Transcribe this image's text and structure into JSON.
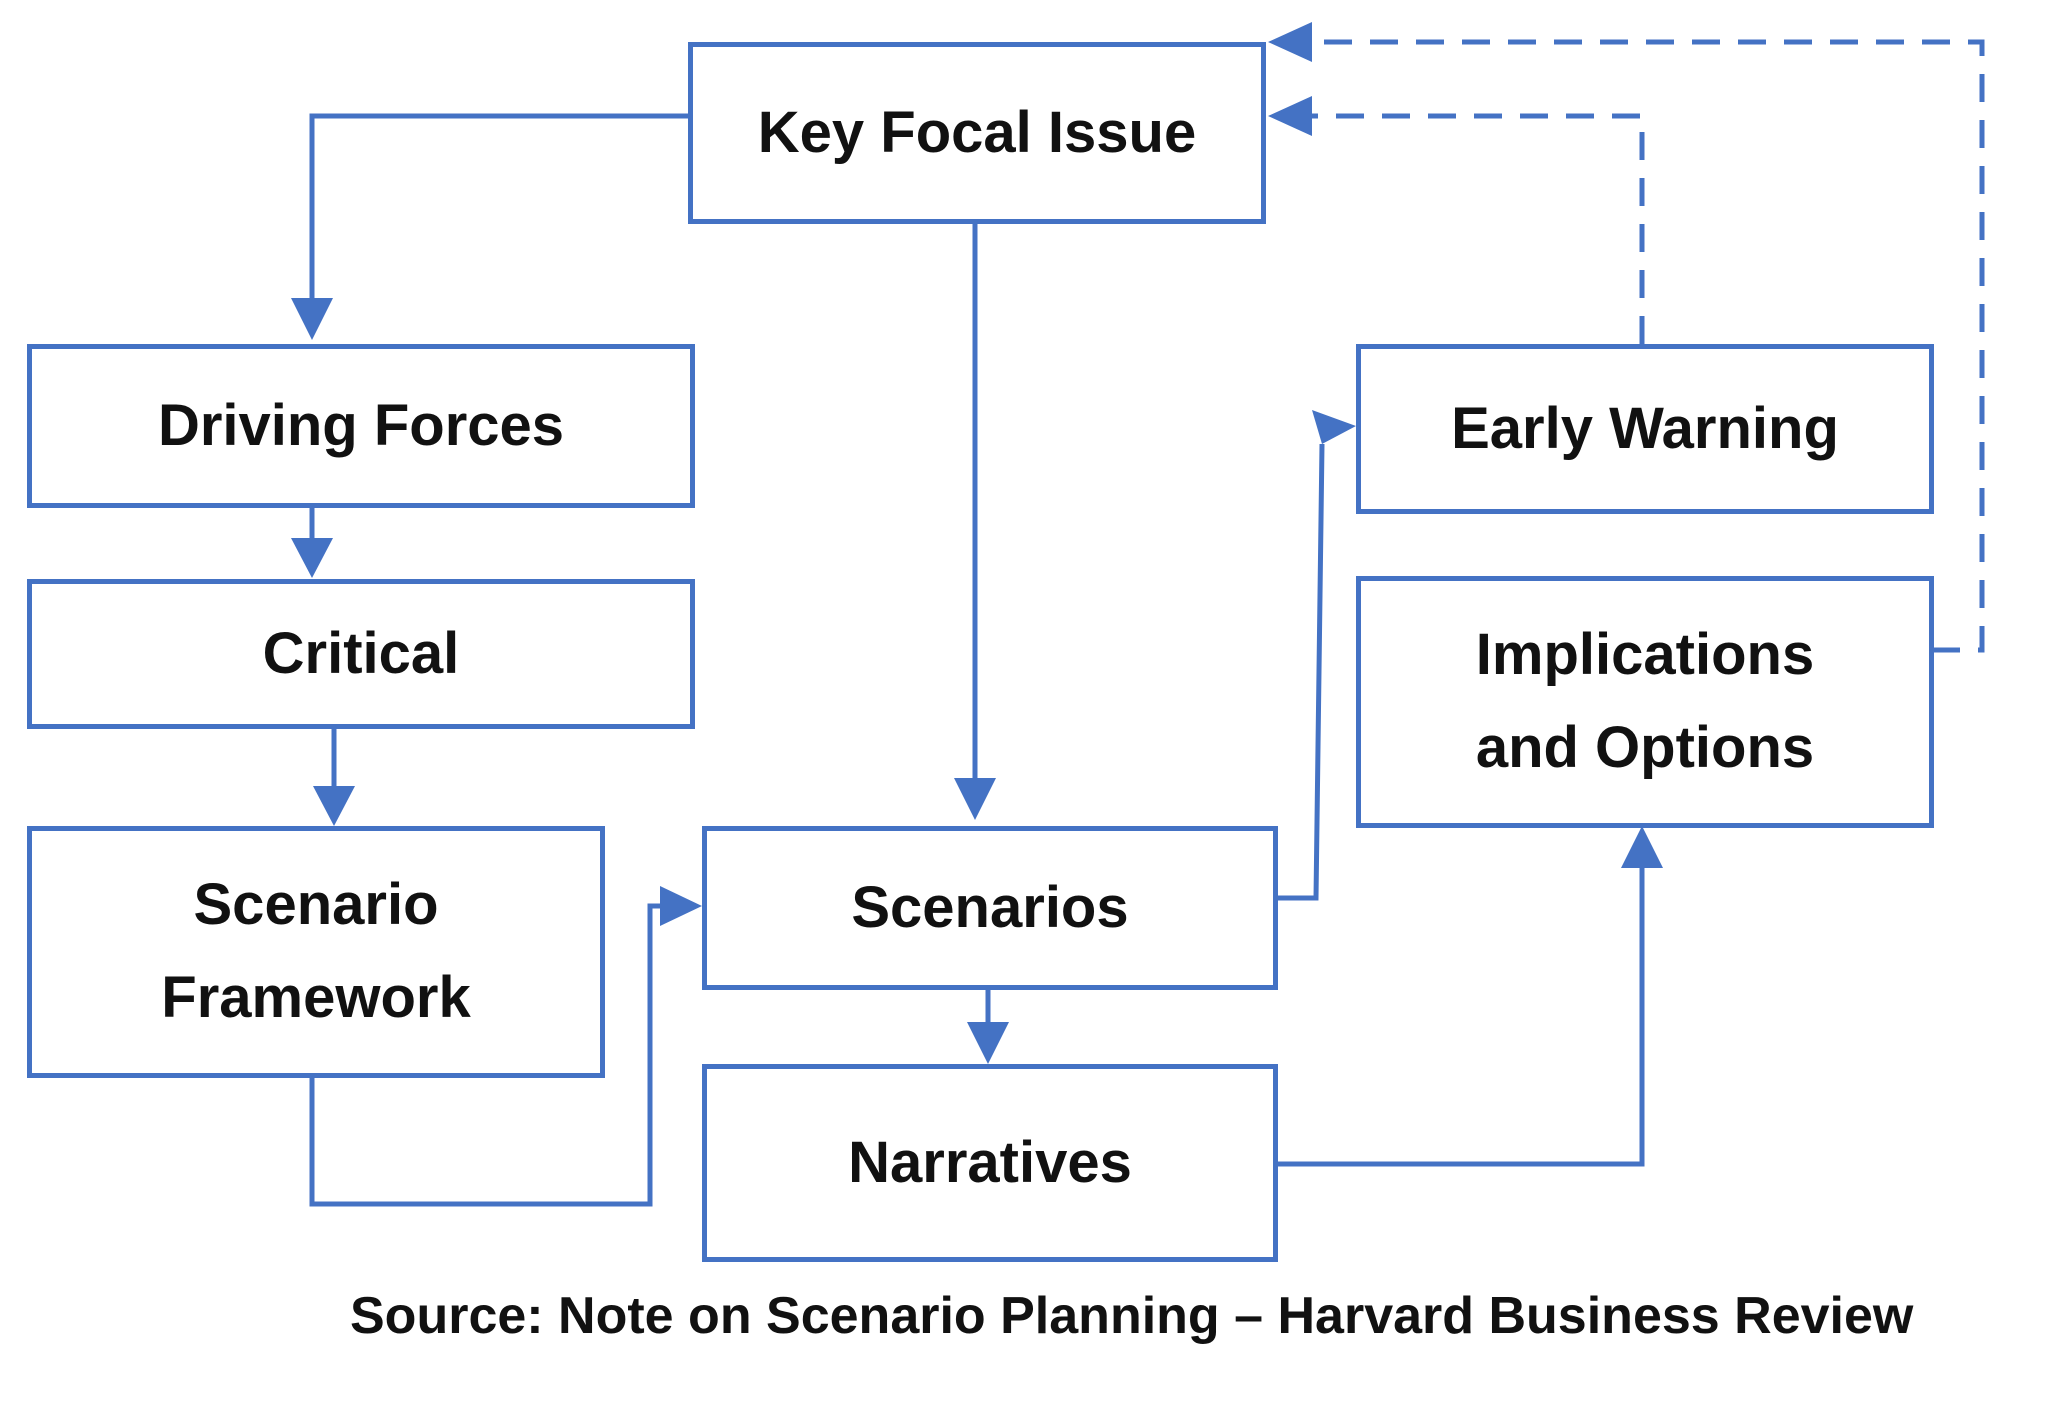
{
  "diagram": {
    "nodes": {
      "key_focal_issue": "Key Focal Issue",
      "driving_forces": "Driving Forces",
      "critical": "Critical",
      "scenario_framework": [
        "Scenario",
        "Framework"
      ],
      "scenarios": "Scenarios",
      "narratives": "Narratives",
      "early_warning": "Early Warning",
      "implications_options": [
        "Implications",
        "and Options"
      ]
    },
    "edges": [
      {
        "from": "Key Focal Issue",
        "to": "Driving Forces",
        "style": "solid"
      },
      {
        "from": "Key Focal Issue",
        "to": "Scenarios",
        "style": "solid"
      },
      {
        "from": "Driving Forces",
        "to": "Critical",
        "style": "solid"
      },
      {
        "from": "Critical",
        "to": "Scenario Framework",
        "style": "solid"
      },
      {
        "from": "Scenario Framework",
        "to": "Scenarios",
        "style": "solid"
      },
      {
        "from": "Scenarios",
        "to": "Narratives",
        "style": "solid"
      },
      {
        "from": "Scenarios",
        "to": "Early Warning",
        "style": "solid"
      },
      {
        "from": "Narratives",
        "to": "Implications and Options",
        "style": "solid"
      },
      {
        "from": "Early Warning",
        "to": "Key Focal Issue",
        "style": "dashed"
      },
      {
        "from": "Implications and Options",
        "to": "Key Focal Issue",
        "style": "dashed"
      }
    ],
    "colors": {
      "line": "#4472C4",
      "text": "#111111"
    }
  },
  "source": "Source: Note on Scenario Planning – Harvard Business Review"
}
